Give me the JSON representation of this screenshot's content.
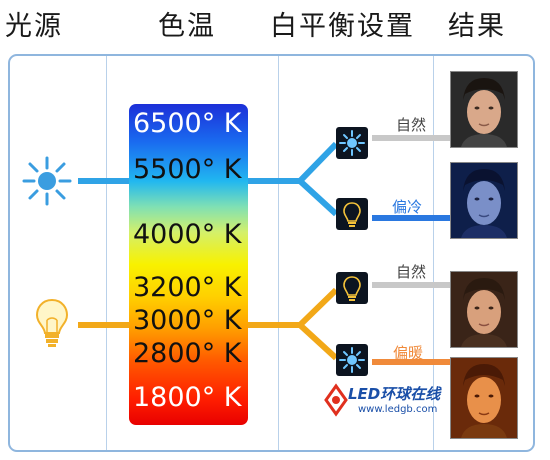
{
  "headers": {
    "light_source": "光源",
    "color_temp": "色温",
    "white_balance": "白平衡设置",
    "result": "结果"
  },
  "temperatures": [
    "6500° K",
    "5500° K",
    "4000° K",
    "3200° K",
    "3000° K",
    "2800° K",
    "1800° K"
  ],
  "labels": {
    "natural_1": "自然",
    "cool": "偏冷",
    "natural_2": "自然",
    "warm": "偏暖"
  },
  "colors": {
    "daylight_line": "#2fa3e6",
    "tungsten_line": "#f2a818",
    "neutral_line": "#c8c8c8",
    "cool_line": "#2a78e0",
    "warm_line": "#f08a3a",
    "panel_border": "#8fb6de"
  },
  "logo": {
    "name": "LED环球在线",
    "url": "www.ledgb.com"
  }
}
